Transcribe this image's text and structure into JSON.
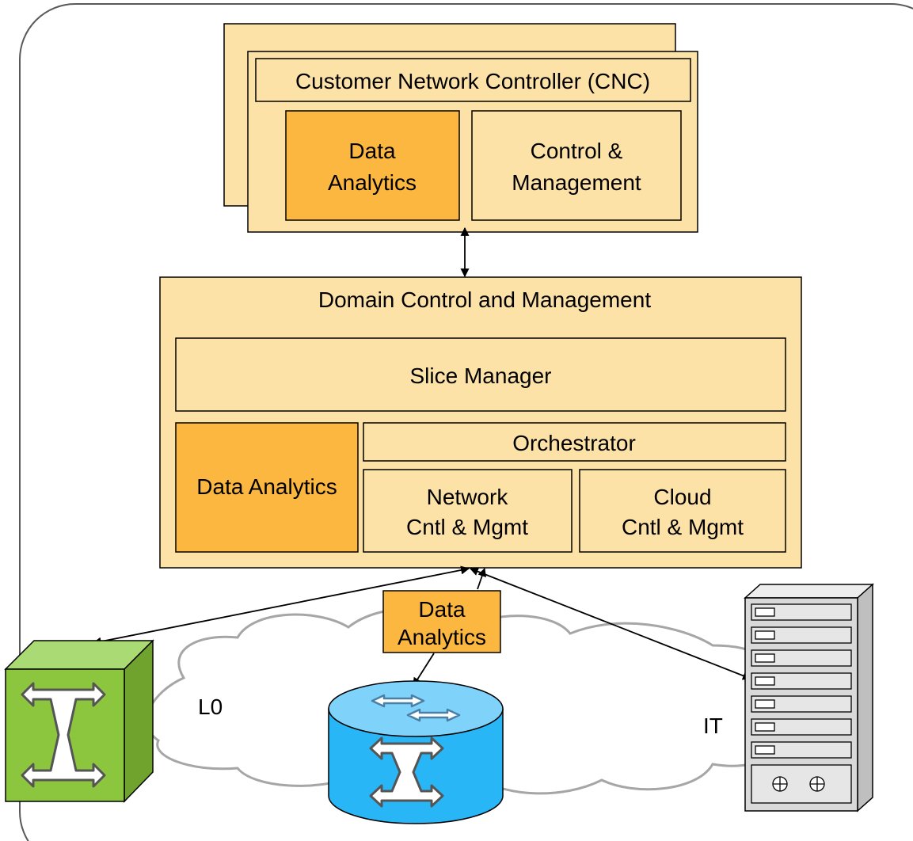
{
  "colors": {
    "box_fill": "#FDE2A8",
    "analytics_fill": "#FBB740",
    "switch_green": "#8CC63F",
    "router_blue": "#29B6F6",
    "server_gray": "#D9D9D9",
    "cloud_stroke": "#A6A6A6"
  },
  "cnc": {
    "title": "Customer Network Controller (CNC)",
    "analytics_line1": "Data",
    "analytics_line2": "Analytics",
    "control_line1": "Control &",
    "control_line2": "Management"
  },
  "domain": {
    "title": "Domain Control and Management",
    "slice_manager": "Slice Manager",
    "data_analytics": "Data Analytics",
    "orchestrator": "Orchestrator",
    "network_line1": "Network",
    "network_line2": "Cntl & Mgmt",
    "cloud_line1": "Cloud",
    "cloud_line2": "Cntl & Mgmt"
  },
  "network": {
    "analytics_line1": "Data",
    "analytics_line2": "Analytics",
    "l0_label": "L0",
    "it_label": "IT"
  },
  "icons": {
    "optical_switch": "optical-switch-icon",
    "router": "router-icon",
    "server": "server-rack-icon"
  }
}
